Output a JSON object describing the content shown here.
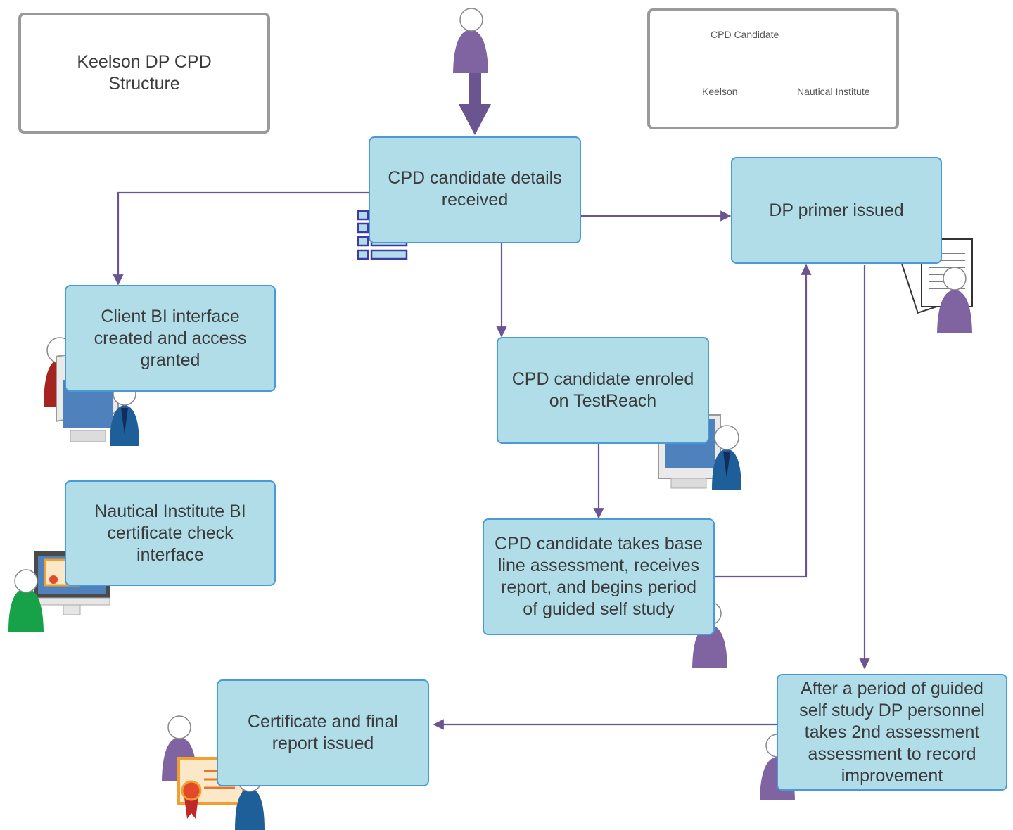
{
  "title": "Keelson DP CPD Structure",
  "legend": {
    "items": [
      {
        "label": "CPD Candidate",
        "icon": "person-purple-icon",
        "color": "#8064a2"
      },
      {
        "label": "Keelson",
        "icon": "person-blue-icon",
        "color": "#1f5f99"
      },
      {
        "label": "Nautical Institute",
        "icon": "person-green-icon",
        "color": "#17a24a"
      }
    ]
  },
  "nodes": {
    "details_received": "CPD candidate details received",
    "dp_primer": "DP primer issued",
    "client_bi": "Client BI interface created and access granted",
    "enrolled": "CPD candidate enroled on TestReach",
    "ni_bi": "Nautical Institute BI certificate check interface",
    "baseline": "CPD candidate takes base line assessment, receives report, and begins period of guided self study",
    "second_assessment": "After a period of guided self study DP personnel takes 2nd assessment assessment to record improvement",
    "certificate": "Certificate and final report issued"
  },
  "colors": {
    "node_fill": "#b1dde9",
    "node_border": "#4a9ad6",
    "connector": "#6a5591",
    "candidate": "#8064a2",
    "keelson": "#1f5f99",
    "nautical_institute": "#17a24a",
    "client": "#a52420"
  }
}
